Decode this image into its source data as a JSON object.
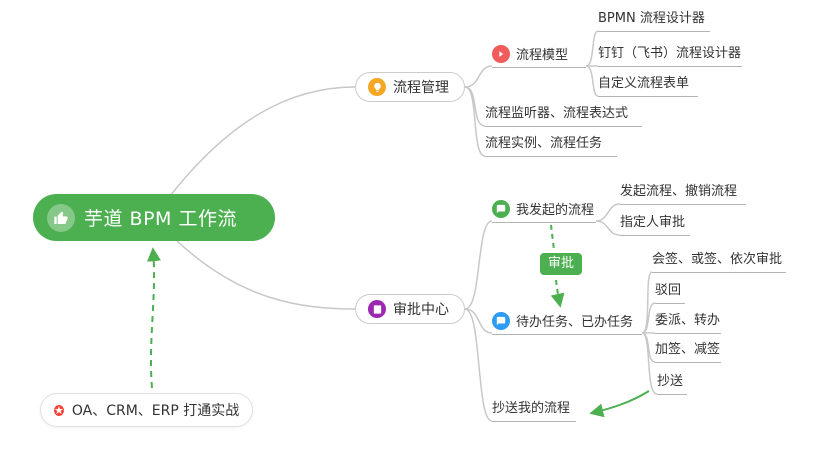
{
  "root": {
    "label": "芋道 BPM 工作流",
    "icon": "thumbs-up-icon",
    "bg": "#4CAF50"
  },
  "note": {
    "label": "OA、CRM、ERP 打通实战",
    "icon": "star-icon",
    "icon_color": "#F44336"
  },
  "badge": {
    "label": "审批",
    "bg": "#4CAF50"
  },
  "branches": [
    {
      "label": "流程管理",
      "icon": "lightbulb-icon",
      "icon_color": "#F5A623",
      "children": [
        {
          "label": "流程模型",
          "icon": "flow-icon",
          "icon_color": "#F05B5B",
          "children": [
            {
              "label": "BPMN 流程设计器"
            },
            {
              "label": "钉钉（飞书）流程设计器"
            },
            {
              "label": "自定义流程表单"
            }
          ]
        },
        {
          "label": "流程监听器、流程表达式"
        },
        {
          "label": "流程实例、流程任务"
        }
      ]
    },
    {
      "label": "审批中心",
      "icon": "clipboard-icon",
      "icon_color": "#9C27B0",
      "children": [
        {
          "label": "我发起的流程",
          "icon": "chat-icon",
          "icon_color": "#4CAF50",
          "children": [
            {
              "label": "发起流程、撤销流程"
            },
            {
              "label": "指定人审批"
            }
          ]
        },
        {
          "label": "待办任务、已办任务",
          "icon": "chat-icon",
          "icon_color": "#2F9BF4",
          "children": [
            {
              "label": "会签、或签、依次审批"
            },
            {
              "label": "驳回"
            },
            {
              "label": "委派、转办"
            },
            {
              "label": "加签、减签"
            },
            {
              "label": "抄送"
            }
          ]
        },
        {
          "label": "抄送我的流程"
        }
      ]
    }
  ],
  "colors": {
    "connector": "#C8C8C8",
    "underline": "#B3B3B3",
    "arrow_green": "#4CAF50",
    "root_bg": "#4CAF50",
    "text": "#333333"
  }
}
